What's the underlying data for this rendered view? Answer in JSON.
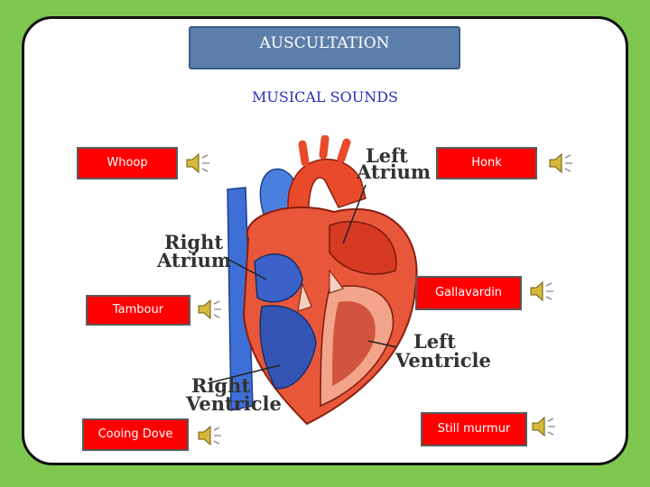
{
  "header": {
    "title": "AUSCULTATION",
    "subtitle": "MUSICAL SOUNDS"
  },
  "sounds": [
    {
      "label": "Whoop",
      "icon": "speaker-icon"
    },
    {
      "label": "Honk",
      "icon": "speaker-icon"
    },
    {
      "label": "Tambour",
      "icon": "speaker-icon"
    },
    {
      "label": "Gallavardin",
      "icon": "speaker-icon"
    },
    {
      "label": "Cooing Dove",
      "icon": "speaker-icon"
    },
    {
      "label": "Still murmur",
      "icon": "speaker-icon"
    }
  ],
  "diagram": {
    "left_atrium": [
      "Left",
      "Atrium"
    ],
    "right_atrium": [
      "Right",
      "Atrium"
    ],
    "left_ventricle": [
      "Left",
      "Ventricle"
    ],
    "right_ventricle": [
      "Right",
      "Ventricle"
    ]
  },
  "colors": {
    "background": "#7ec850",
    "button": "#ff0000",
    "title_box": "#5b7faa",
    "subtitle": "#2b2eb8"
  }
}
